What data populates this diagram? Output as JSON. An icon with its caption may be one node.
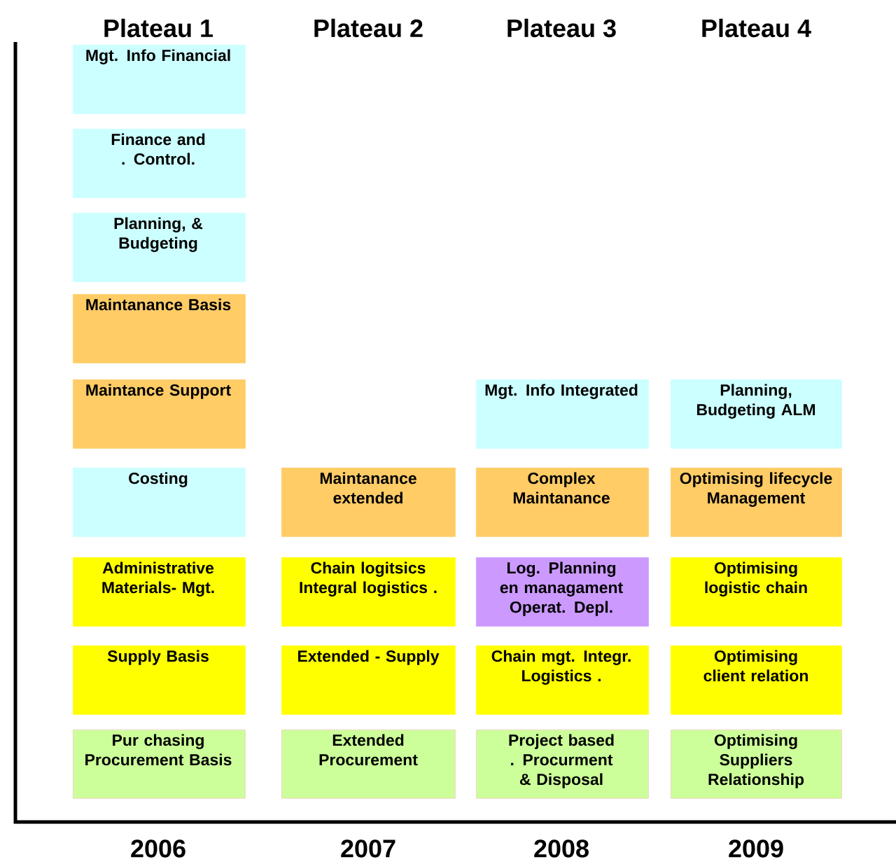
{
  "diagram": {
    "nodes": [
      {
        "text": [
          "Mgt. Info Financial"
        ]
      },
      {
        "text": [
          "Finance and . Control."
        ]
      },
      {
        "text": [
          "Planning, & Budgeting"
        ]
      },
      {
        "text": [
          "Maintanance Basis"
        ]
      },
      {
        "text": [
          "Maintance Support"
        ]
      },
      {
        "text": [
          "Mgt. Info Integrated"
        ]
      },
      {
        "text": [
          "Planning, Budgeting ALM"
        ]
      },
      {
        "text": [
          "Costing"
        ]
      },
      {
        "text": [
          "Maintanance extended"
        ]
      },
      {
        "text": [
          "Complex Maintanance"
        ]
      },
      {
        "text": [
          "Optimising lifecycle Management"
        ]
      },
      {
        "text": [
          "Administrative Materials- Mgt."
        ]
      },
      {
        "text": [
          "Chain logitsics Integral logistics ."
        ]
      },
      {
        "text": [
          "Log. Planning en managament Operat. Depl."
        ]
      },
      {
        "text": [
          "Optimising logistic chain"
        ]
      },
      {
        "text": [
          "Supply Basis"
        ]
      },
      {
        "text": [
          "Extended - Supply"
        ]
      },
      {
        "text": [
          "Chain mgt. Integr. Logistics ."
        ]
      },
      {
        "text": [
          "Optimising client relation"
        ]
      },
      {
        "text": [
          "Pur chasing Procurement Basis"
        ]
      },
      {
        "text": [
          "Extended Procurement"
        ]
      },
      {
        "text": [
          "Project based . Procurment & Disposal"
        ]
      },
      {
        "text": [
          "Optimising Suppliers Relationship"
        ]
      }
    ],
    "labels": [
      "Plateau 1",
      "Plateau 2",
      "Plateau 3",
      "Plateau 4",
      "2006",
      "2007",
      "2008",
      "2009"
    ]
  }
}
